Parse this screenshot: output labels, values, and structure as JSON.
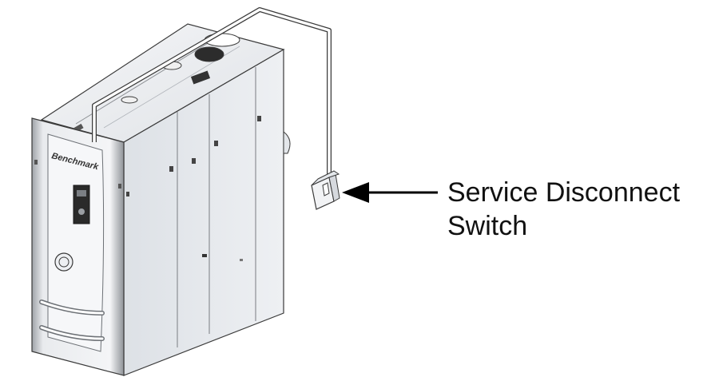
{
  "callout": {
    "line1": "Service Disconnect",
    "line2": "Switch"
  },
  "colors": {
    "outline": "#3a3a3a",
    "panel_light": "#f1f3f6",
    "panel_mid": "#d9dde3",
    "panel_dark": "#b7bcc4",
    "trim": "#8c8f94",
    "arrow": "#000000"
  },
  "brand": {
    "logo_text": "Benchmark"
  }
}
